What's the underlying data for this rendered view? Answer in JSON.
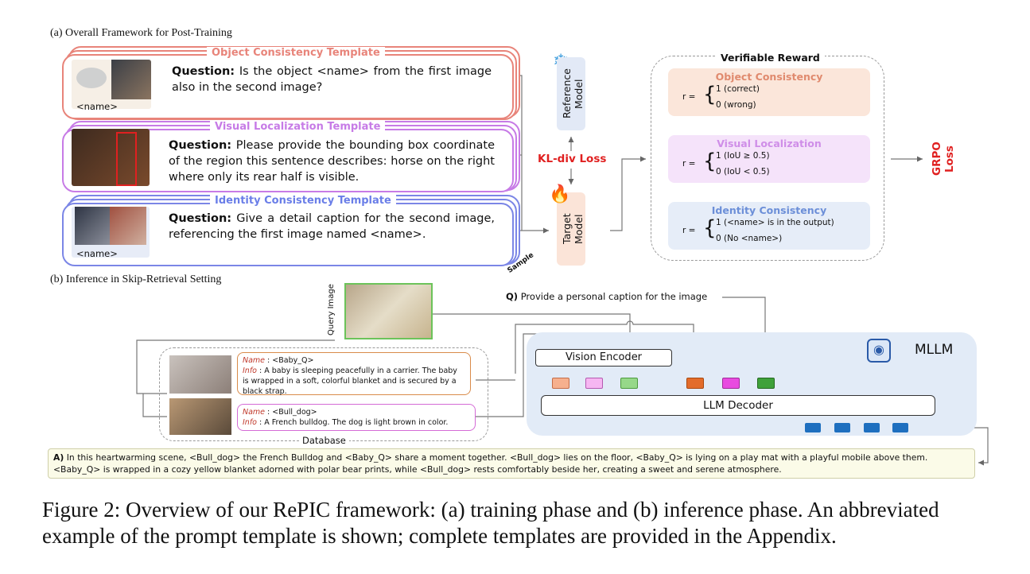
{
  "section_a_label": "(a) Overall Framework for Post-Training",
  "section_b_label": "(b) Inference in Skip-Retrieval Setting",
  "templates": [
    {
      "title": "Object Consistency Template",
      "question_prefix": "Question:",
      "question": "Is the object <name> from the first image also in the second image?",
      "name_tag": "<name>",
      "color": "#e8847a"
    },
    {
      "title": "Visual Localization Template",
      "question_prefix": "Question:",
      "question": "Please provide the bounding box coordinate of the region this sentence describes: horse on the right where only its rear half is visible.",
      "color": "#c77be6"
    },
    {
      "title": "Identity Consistency Template",
      "question_prefix": "Question:",
      "question": "Give a detail caption for the second image, referencing the first image named <name>.",
      "name_tag": "<name>",
      "color": "#7b86e6"
    }
  ],
  "sample_label": "Sample",
  "reference_model": "Reference Model",
  "target_model": "Target Model",
  "kl_loss": "KL-div Loss",
  "verifiable_reward": {
    "title": "Verifiable Reward",
    "items": [
      {
        "title": "Object Consistency",
        "r": "r =",
        "case1": "1 (correct)",
        "case0": "0 (wrong)",
        "bg": "#fbe6da",
        "title_color": "#e08a6e"
      },
      {
        "title": "Visual Localization",
        "r": "r =",
        "case1": "1 (IoU ≥ 0.5)",
        "case0": "0 (IoU < 0.5)",
        "bg": "#f5e3fa",
        "title_color": "#cf8ee8"
      },
      {
        "title": "Identity Consistency",
        "r": "r =",
        "case1": "1 (<name> is in the output)",
        "case0": "0 (No <name>)",
        "bg": "#e6edf8",
        "title_color": "#6c8fd8"
      }
    ]
  },
  "grpo_loss": "GRPO Loss",
  "query_image_label": "Query Image",
  "question_b": {
    "prefix": "Q)",
    "text": "Provide a personal caption for the image"
  },
  "mllm_label": "MLLM",
  "vision_encoder": "Vision Encoder",
  "llm_decoder": "LLM Decoder",
  "database": {
    "label": "Database",
    "entries": [
      {
        "name_key": "Name",
        "name": "<Baby_Q>",
        "info_key": "Info",
        "info": "A baby is sleeping peacefully in a carrier. The baby is wrapped in a soft, colorful blanket and is secured by a black strap.",
        "border": "#d98b4a"
      },
      {
        "name_key": "Name",
        "name": "<Bull_dog>",
        "info_key": "Info",
        "info": "A French bulldog. The dog is light brown in color.",
        "border": "#d46ad6"
      }
    ]
  },
  "answer": {
    "prefix": "A)",
    "text": "In this heartwarming scene, <Bull_dog> the French Bulldog and <Baby_Q> share a moment together. <Bull_dog> lies on the floor, <Baby_Q> is lying on a play mat with a playful mobile above them. <Baby_Q> is wrapped in a cozy yellow blanket adorned with polar bear prints, while <Bull_dog> rests comfortably beside her, creating a sweet and serene atmosphere."
  },
  "caption": "Figure 2: Overview of our RePIC framework: (a) training phase and (b) inference phase. An abbreviated example of the prompt template is shown; complete templates are provided in the Appendix."
}
